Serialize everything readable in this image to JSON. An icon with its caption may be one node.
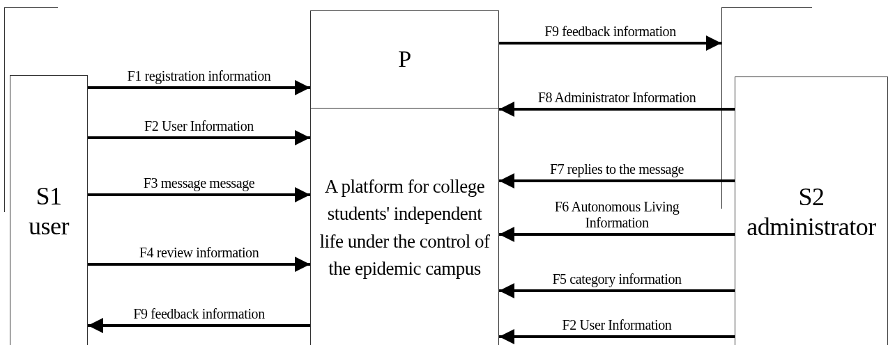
{
  "diagram": {
    "nodes": [
      {
        "text": [
          "S1 user"
        ]
      },
      {
        "text": [
          "P"
        ]
      },
      {
        "text": [
          "A platform for college students' independent life under the control of the epidemic campus"
        ]
      },
      {
        "text": [
          "S2 administrator"
        ]
      }
    ],
    "edges": [
      {
        "from": 0,
        "to": 1,
        "arrow": "to",
        "label": "F1 registration information"
      },
      {
        "from": 0,
        "to": 2,
        "arrow": "to",
        "label": "F2 User Information"
      },
      {
        "from": 0,
        "to": 2,
        "arrow": "to",
        "label": "F3 message message"
      },
      {
        "from": 0,
        "to": 2,
        "arrow": "to",
        "label": "F4 review information"
      },
      {
        "from": 2,
        "to": 0,
        "arrow": "to",
        "label": "F9 feedback information"
      },
      {
        "from": 1,
        "to": null,
        "arrow": "to",
        "label": "F9 feedback information"
      },
      {
        "from": 3,
        "to": 2,
        "arrow": "to",
        "label": "F8 Administrator Information"
      },
      {
        "from": 3,
        "to": 2,
        "arrow": "to",
        "label": "F7 replies to the message"
      },
      {
        "from": 3,
        "to": 2,
        "arrow": "to",
        "label": "F6 Autonomous Living Information"
      },
      {
        "from": 3,
        "to": 2,
        "arrow": "to",
        "label": "F5 category information"
      },
      {
        "from": 3,
        "to": 2,
        "arrow": "to",
        "label": "F2 User Information"
      }
    ]
  }
}
